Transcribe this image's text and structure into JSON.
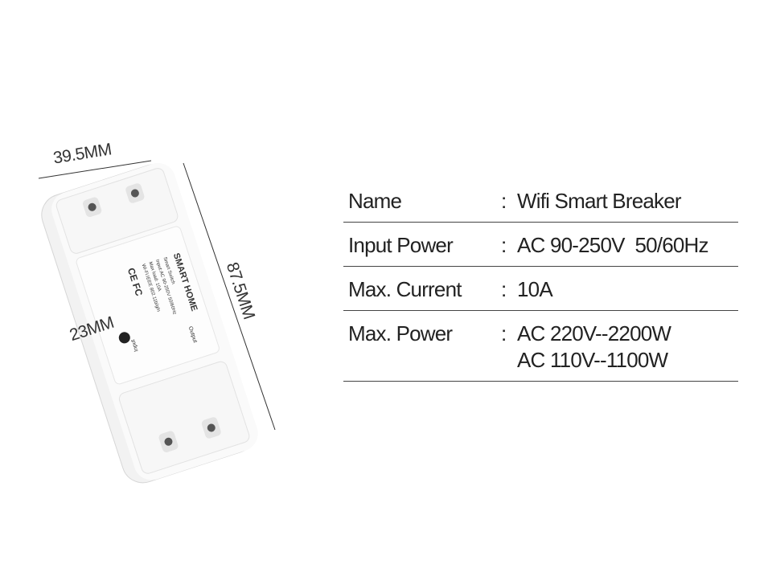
{
  "dimensions": {
    "width": "39.5MM",
    "length": "87.5MM",
    "height": "23MM"
  },
  "device": {
    "brand": "SMART HOME",
    "model_label": "Smart Switch",
    "spec_lines": [
      "Input:AC 90-250V 50/60Hz",
      "Max load: 10A",
      "Wi-Fi:IEEE 802.11b/g/n"
    ],
    "input_label": "Input",
    "output_label": "Output",
    "cert_marks": "CE FC"
  },
  "specs": [
    {
      "label": "Name",
      "separator": ":",
      "value": "Wifi Smart Breaker"
    },
    {
      "label": "Input Power",
      "separator": ":",
      "value": "AC 90-250V  50/60Hz"
    },
    {
      "label": "Max. Current",
      "separator": ":",
      "value": "10A"
    },
    {
      "label": "Max. Power",
      "separator": ":",
      "value": "AC 220V--2200W",
      "value2": "AC 110V--1100W"
    }
  ]
}
